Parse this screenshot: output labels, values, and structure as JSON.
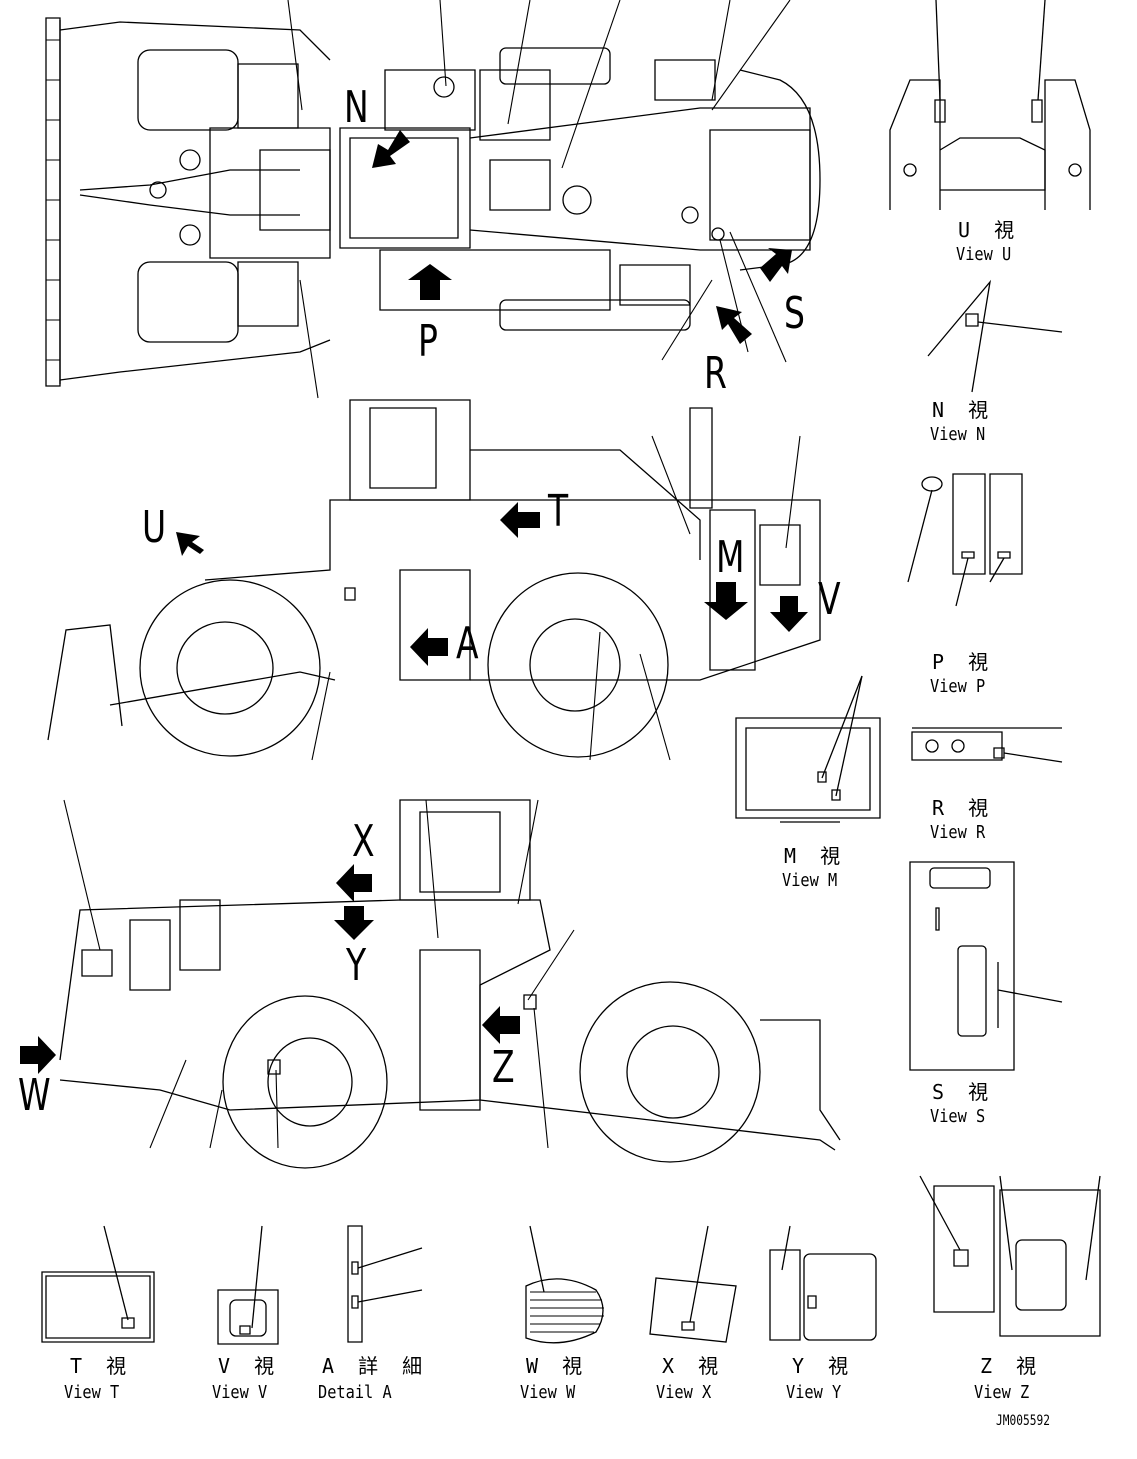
{
  "callouts": {
    "N": "N",
    "P": "P",
    "R": "R",
    "S": "S",
    "U": "U",
    "T": "T",
    "M": "M",
    "V": "V",
    "A": "A",
    "X": "X",
    "Y": "Y",
    "W": "W",
    "Z": "Z"
  },
  "views": {
    "u": {
      "jp": "U 視",
      "en": "View U"
    },
    "n": {
      "jp": "N 視",
      "en": "View N"
    },
    "p": {
      "jp": "P 視",
      "en": "View P"
    },
    "r": {
      "jp": "R 視",
      "en": "View R"
    },
    "m": {
      "jp": "M 視",
      "en": "View M"
    },
    "s": {
      "jp": "S 視",
      "en": "View S"
    },
    "t": {
      "jp": "T 視",
      "en": "View T"
    },
    "v": {
      "jp": "V 視",
      "en": "View V"
    },
    "a": {
      "jp": "A 詳 細",
      "en": "Detail A"
    },
    "w": {
      "jp": "W 視",
      "en": "View W"
    },
    "x": {
      "jp": "X 視",
      "en": "View X"
    },
    "y": {
      "jp": "Y 視",
      "en": "View Y"
    },
    "z": {
      "jp": "Z 視",
      "en": "View Z"
    }
  },
  "drawing_code": "JM005592"
}
